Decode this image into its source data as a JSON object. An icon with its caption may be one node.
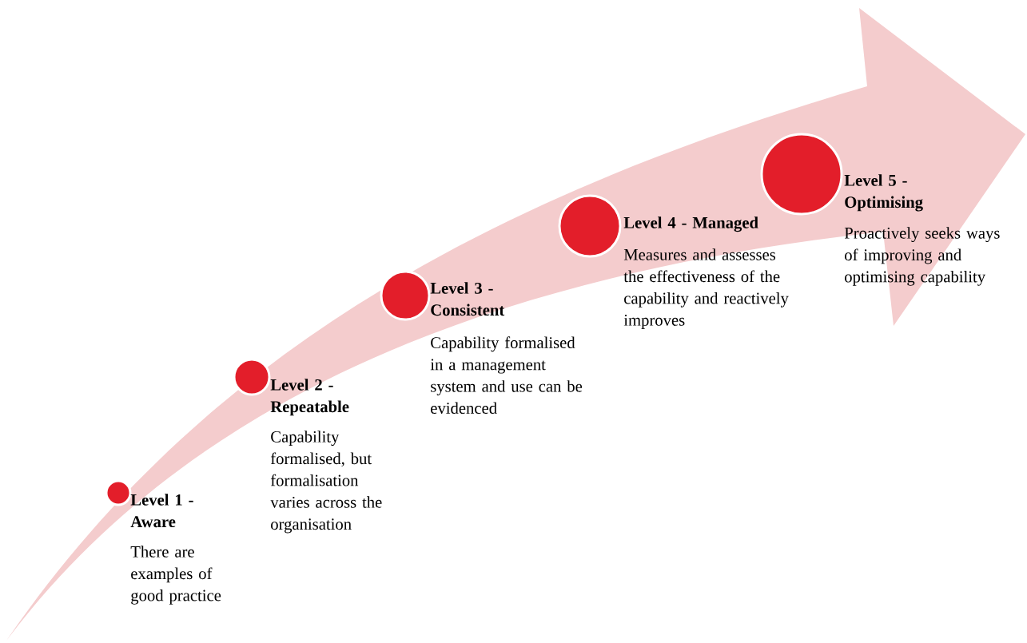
{
  "diagram": {
    "nodes": [
      {
        "text": [],
        "shape": "circle",
        "beside": [
          "Level 1 - Aware",
          "There are examples of good practice"
        ]
      },
      {
        "text": [],
        "shape": "circle",
        "beside": [
          "Level 2 - Repeatable",
          "Capability formalised, but formalisation varies across the organisation"
        ]
      },
      {
        "text": [],
        "shape": "circle",
        "beside": [
          "Level 3 - Consistent",
          "Capability formalised in a management system and use can be evidenced"
        ]
      },
      {
        "text": [],
        "shape": "circle",
        "beside": [
          "Level 4 - Managed",
          "Measures and assesses the effectiveness of the capability and reactively improves"
        ]
      },
      {
        "text": [],
        "shape": "circle",
        "beside": [
          "Level 5 - Optimising",
          "Proactively seeks ways of improving and optimising capability"
        ]
      }
    ]
  }
}
